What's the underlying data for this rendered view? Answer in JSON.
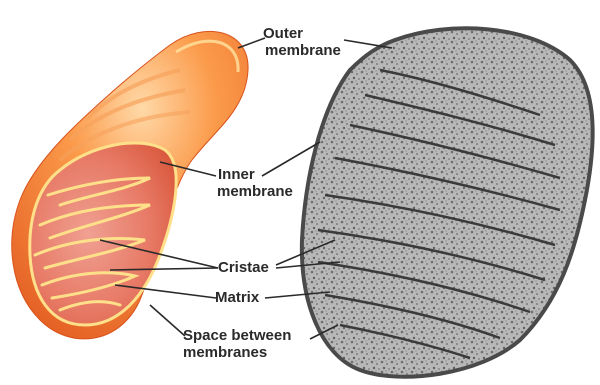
{
  "labels": {
    "outer_membrane": [
      "Outer",
      "membrane"
    ],
    "inner_membrane": [
      "Inner",
      "membrane"
    ],
    "cristae": "Cristae",
    "matrix": "Matrix",
    "space_between": [
      "Space between",
      "membranes"
    ]
  },
  "colors": {
    "outer_orange": "#f07a2a",
    "inner_orange": "#e8603a",
    "membrane_line": "#ffe08a",
    "matrix_pink": "#e98a7a",
    "micrograph_gray": "#9a9a9a",
    "leader_line": "#2a2a2a"
  }
}
